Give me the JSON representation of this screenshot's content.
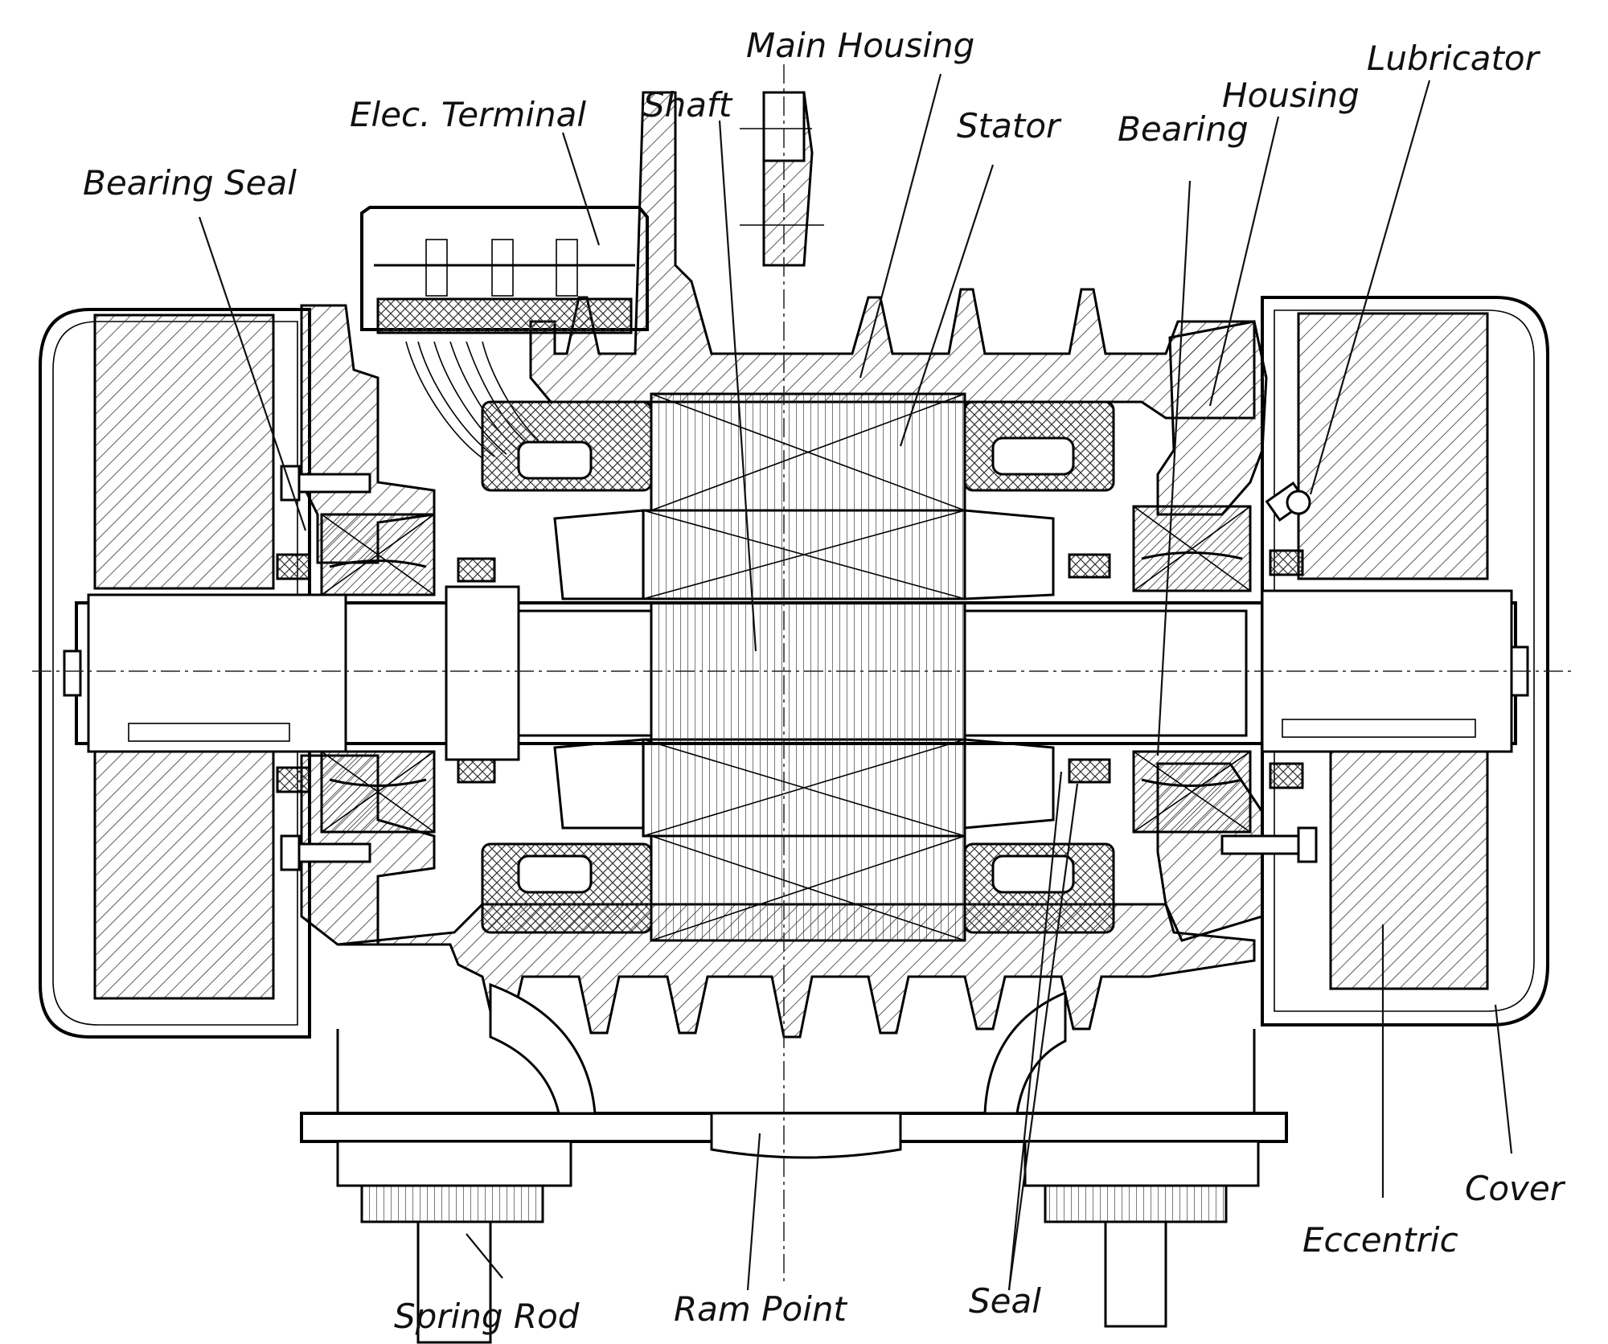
{
  "title": "Vibrator motor cross-section",
  "labels": {
    "main_housing": "Main Housing",
    "lubricator": "Lubricator",
    "shaft": "Shaft",
    "elec_terminal": "Elec. Terminal",
    "stator": "Stator",
    "bearing": "Bearing",
    "housing": "Housing",
    "bearing_seal": "Bearing Seal",
    "cover": "Cover",
    "eccentric": "Eccentric",
    "spring_rod": "Spring Rod",
    "ram_point": "Ram Point",
    "seal": "Seal"
  },
  "colors": {
    "ink": "#111111",
    "paper": "#ffffff",
    "hatch": "#333333"
  }
}
